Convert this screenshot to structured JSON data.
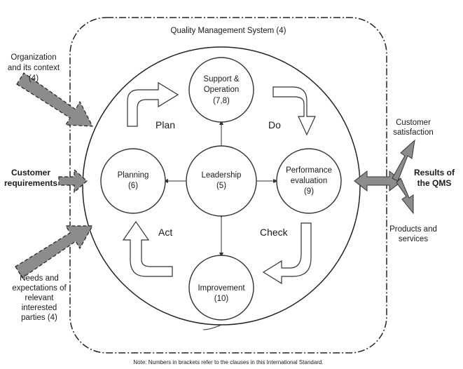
{
  "system": {
    "title": "Quality Management System (4)"
  },
  "inputs": {
    "context": [
      "Organization",
      "and its context",
      "(4)"
    ],
    "requirements": [
      "Customer",
      "requirements"
    ],
    "needs": [
      "Needs and",
      "expectations of",
      "relevant",
      "interested",
      "parties (4)"
    ]
  },
  "outputs": {
    "satisfaction": [
      "Customer",
      "satisfaction"
    ],
    "results": [
      "Results of",
      "the QMS"
    ],
    "products": [
      "Products and",
      "services"
    ]
  },
  "nodes": {
    "support": [
      "Support &",
      "Operation",
      "(7,8)"
    ],
    "planning": [
      "Planning",
      "(6)"
    ],
    "leadership": [
      "Leadership",
      "(5)"
    ],
    "performance": [
      "Performance",
      "evaluation",
      "(9)"
    ],
    "improvement": [
      "Improvement",
      "(10)"
    ]
  },
  "cycle": {
    "plan": "Plan",
    "do": "Do",
    "check": "Check",
    "act": "Act"
  },
  "note": "Note: Numbers in brackets refer to the clauses in this International Standard."
}
